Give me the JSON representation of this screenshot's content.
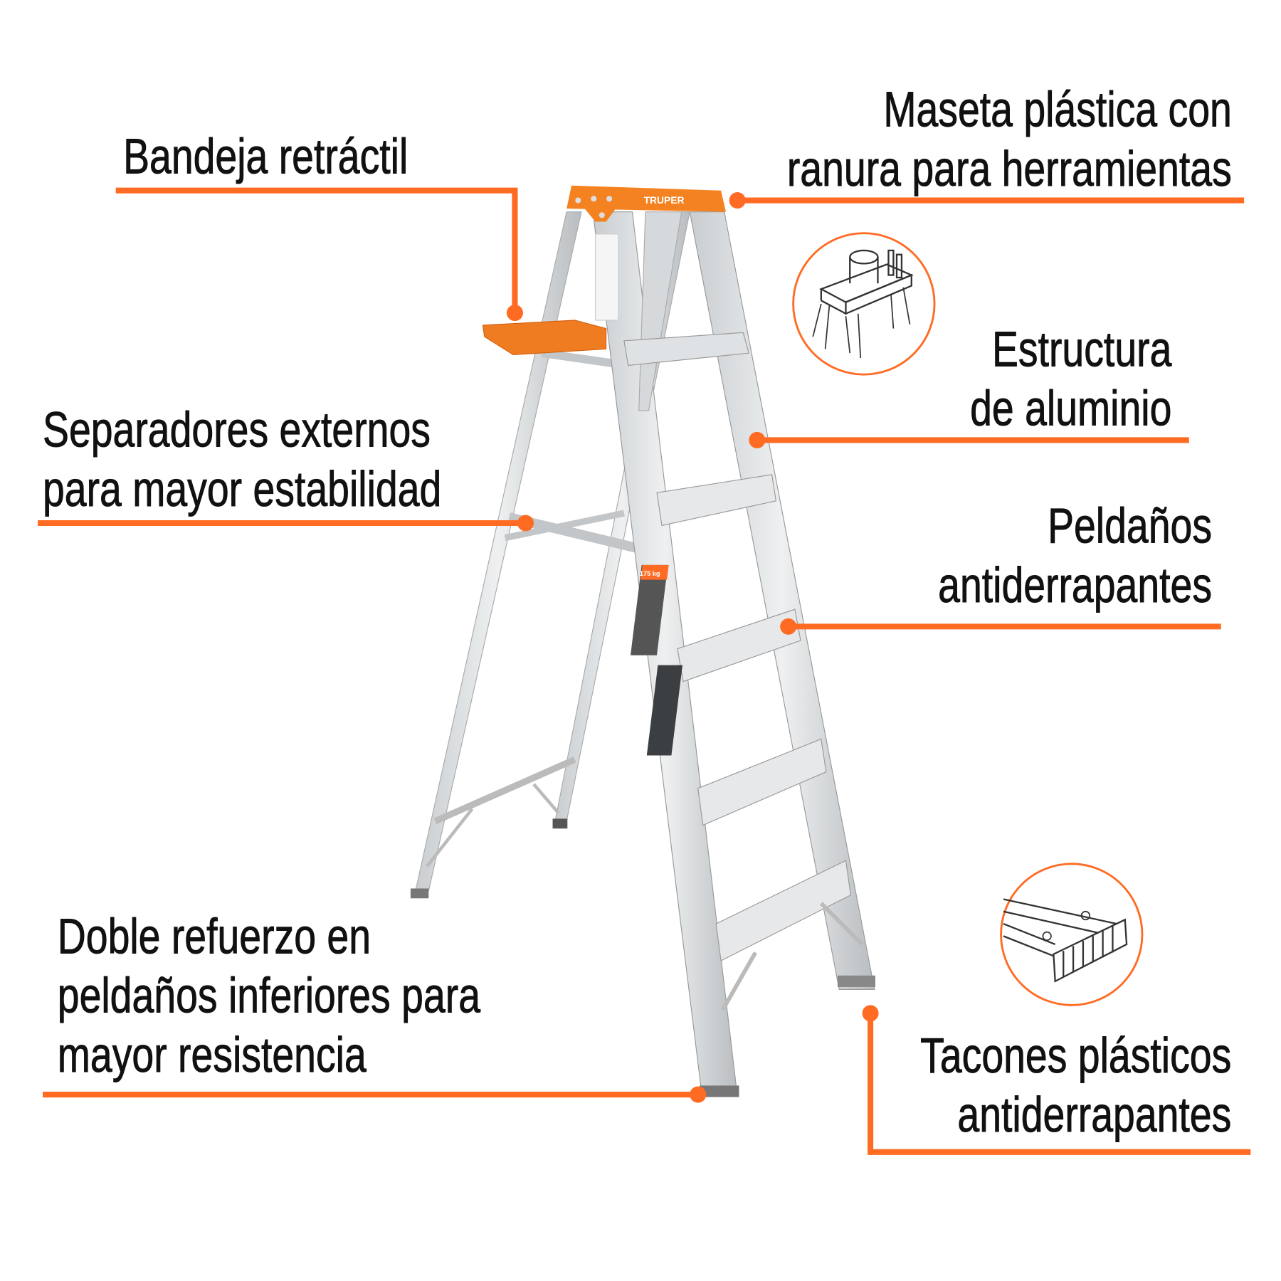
{
  "brand_color": "#ff6b23",
  "callouts": {
    "tray": {
      "lines": [
        "Bandeja retráctil"
      ]
    },
    "top_cap": {
      "lines": [
        "Maseta plástica con",
        "ranura para herramientas"
      ]
    },
    "structure": {
      "lines": [
        "Estructura",
        "de aluminio"
      ]
    },
    "spreaders": {
      "lines": [
        "Separadores externos",
        "para mayor estabilidad"
      ]
    },
    "steps": {
      "lines": [
        "Peldaños",
        "antiderrapantes"
      ]
    },
    "reinforcement": {
      "lines": [
        "Doble refuerzo en",
        "peldaños inferiores para",
        "mayor resistencia"
      ]
    },
    "feet": {
      "lines": [
        "Tacones plásticos",
        "antiderrapantes"
      ]
    }
  },
  "ladder": {
    "brand": "TRUPER",
    "capacity": "175 kg"
  }
}
